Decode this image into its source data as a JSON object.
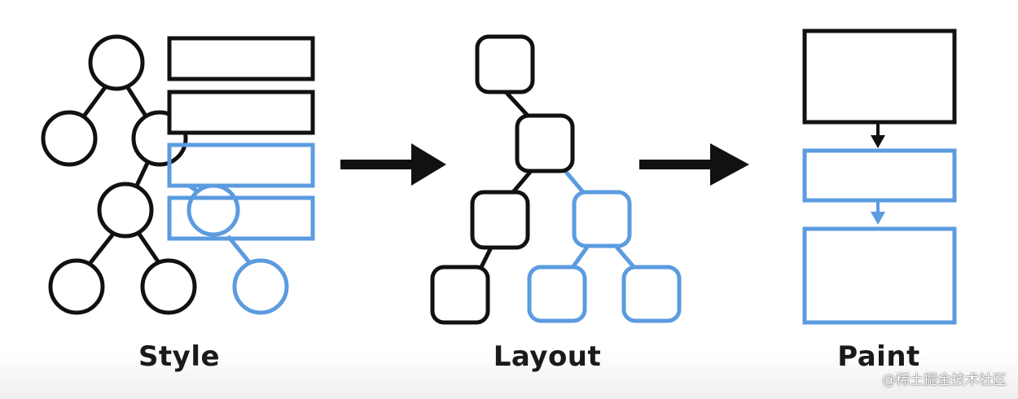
{
  "stages": {
    "style": "Style",
    "layout": "Layout",
    "paint": "Paint"
  },
  "watermark": "@稀土掘金技术社区",
  "colors": {
    "black": "#111111",
    "blue": "#5b9be0",
    "background": "#ffffff"
  }
}
